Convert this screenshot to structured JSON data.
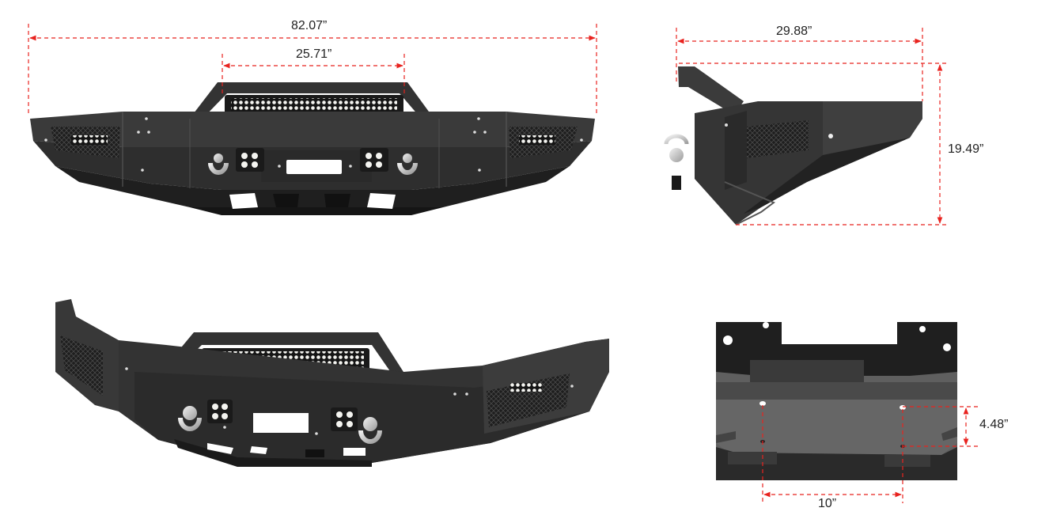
{
  "dimensions": {
    "overall_width": "82.07”",
    "light_bar_width": "25.71”",
    "side_depth": "29.88”",
    "side_height": "19.49”",
    "hole_vertical": "4.48”",
    "hole_spacing": "10”"
  },
  "views": [
    "front-view",
    "side-view",
    "perspective-view",
    "mount-detail-view"
  ],
  "colors": {
    "dimension_line": "#e8231f",
    "body_dark": "#2b2b2b",
    "body_mid": "#3d3d3d",
    "body_light": "#555555",
    "plate": "#5a5a5a"
  }
}
